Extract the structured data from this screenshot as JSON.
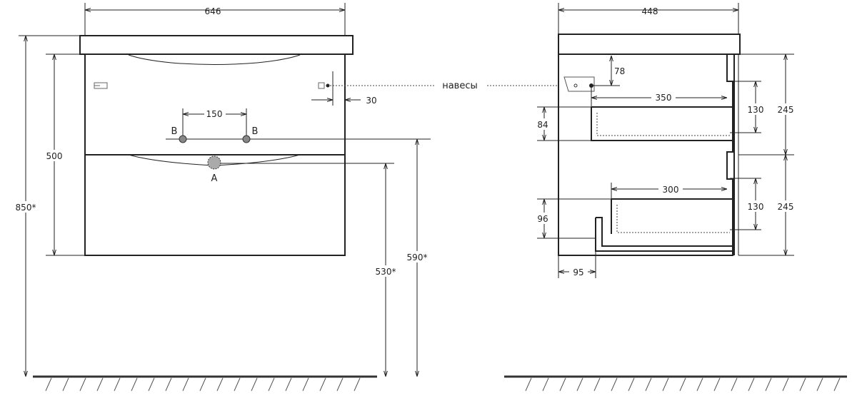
{
  "front_view": {
    "width_label": "646",
    "height_body_label": "500",
    "height_total_label": "850*",
    "height_530_label": "530*",
    "height_590_label": "590*",
    "spacing_150_label": "150",
    "hinge_offset_label": "30",
    "point_b_left": "B",
    "point_b_right": "B",
    "point_a": "A"
  },
  "side_view": {
    "depth_label": "448",
    "hinge_caption": "навесы",
    "dim_78": "78",
    "dim_350": "350",
    "dim_84": "84",
    "dim_130_top": "130",
    "dim_245_top": "245",
    "dim_300": "300",
    "dim_96": "96",
    "dim_130_bottom": "130",
    "dim_245_bottom": "245",
    "dim_95": "95"
  }
}
